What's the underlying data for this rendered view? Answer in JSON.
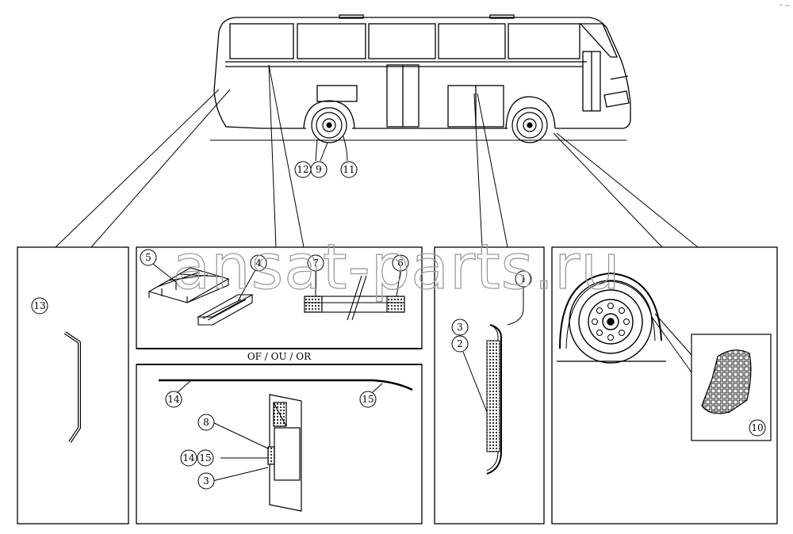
{
  "watermark": "ansat-parts.ru",
  "section_band": {
    "label": "OF / OU / OR"
  },
  "callouts": {
    "c12": "12",
    "c9": "9",
    "c11": "11",
    "c13": "13",
    "c5": "5",
    "c4": "4",
    "c7": "7",
    "c6": "6",
    "c14_line": "14",
    "c15_line": "15",
    "c8": "8",
    "c14_detail": "14",
    "c15_detail": "15",
    "c3_detail": "3",
    "c1": "1",
    "c3_strip": "3",
    "c2": "2",
    "c10": "10"
  }
}
